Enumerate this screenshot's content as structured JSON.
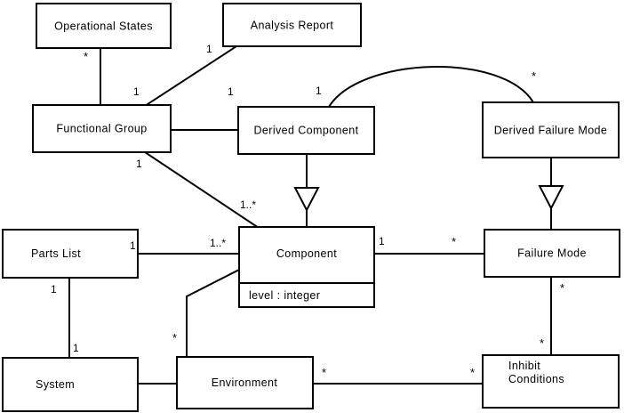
{
  "diagram": {
    "type": "uml-class-diagram",
    "background_color": "#ffffff",
    "line_color": "#000000",
    "classes": [
      {
        "id": "operational-states",
        "name": "Operational States"
      },
      {
        "id": "analysis-report",
        "name": "Analysis Report"
      },
      {
        "id": "functional-group",
        "name": "Functional Group"
      },
      {
        "id": "derived-component",
        "name": "Derived Component"
      },
      {
        "id": "derived-failure-mode",
        "name": "Derived Failure Mode"
      },
      {
        "id": "component",
        "name": "Component",
        "attribute": "level : integer"
      },
      {
        "id": "failure-mode",
        "name": "Failure Mode"
      },
      {
        "id": "parts-list",
        "name": "Parts List"
      },
      {
        "id": "system",
        "name": "System"
      },
      {
        "id": "environment",
        "name": "Environment"
      },
      {
        "id": "inhibit-conditions",
        "name_line1": "Inhibit",
        "name_line2": "Conditions"
      }
    ],
    "multiplicities": {
      "opstates_to_fgroup": "*",
      "fgroup_to_opstates": "1",
      "fgroup_to_report": "1",
      "report_to_fgroup": "1",
      "fgroup_to_dcomponent": "1",
      "fgroup_to_component": "1",
      "component_to_fgroup": "1..*",
      "dcomponent_arc": "1",
      "dfmode_arc": "*",
      "partslist_to_component": "1",
      "component_to_partslist": "1..*",
      "partslist_to_system_upper": "1",
      "partslist_to_system_lower": "1",
      "component_to_fmode": "1",
      "fmode_to_component": "*",
      "fmode_to_inhibit": "*",
      "inhibit_to_fmode": "*",
      "environment_to_component": "*",
      "environment_to_inhibit": "*",
      "inhibit_to_environment": "*"
    },
    "relationships": [
      {
        "from": "operational-states",
        "to": "functional-group",
        "kind": "association"
      },
      {
        "from": "analysis-report",
        "to": "functional-group",
        "kind": "association"
      },
      {
        "from": "functional-group",
        "to": "derived-component",
        "kind": "association"
      },
      {
        "from": "functional-group",
        "to": "component",
        "kind": "association"
      },
      {
        "from": "derived-component",
        "to": "derived-failure-mode",
        "kind": "association-arc"
      },
      {
        "from": "derived-component",
        "to": "component",
        "kind": "generalization"
      },
      {
        "from": "derived-failure-mode",
        "to": "failure-mode",
        "kind": "generalization"
      },
      {
        "from": "parts-list",
        "to": "component",
        "kind": "association"
      },
      {
        "from": "parts-list",
        "to": "system",
        "kind": "association"
      },
      {
        "from": "component",
        "to": "failure-mode",
        "kind": "association"
      },
      {
        "from": "failure-mode",
        "to": "inhibit-conditions",
        "kind": "association"
      },
      {
        "from": "system",
        "to": "environment",
        "kind": "association"
      },
      {
        "from": "environment",
        "to": "component",
        "kind": "association"
      },
      {
        "from": "environment",
        "to": "inhibit-conditions",
        "kind": "association"
      }
    ]
  }
}
